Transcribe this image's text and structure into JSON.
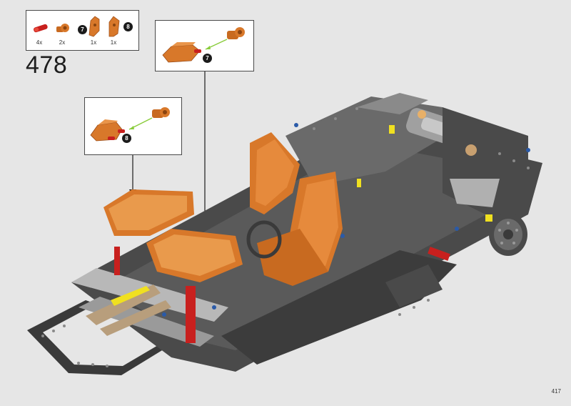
{
  "step": {
    "number": "478"
  },
  "parts_list": [
    {
      "name": "red-axle-pin",
      "qty": "4x"
    },
    {
      "name": "orange-axle-connector",
      "qty": "2x"
    },
    {
      "name": "orange-panel-7",
      "qty": "1x",
      "badge": "7"
    },
    {
      "name": "orange-panel-8",
      "qty": "1x",
      "badge": "8"
    }
  ],
  "callouts": [
    {
      "badge": "7"
    },
    {
      "badge": "8"
    }
  ],
  "page": {
    "number": "417"
  },
  "colors": {
    "background": "#e6e6e6",
    "orange": "#d8782a",
    "dark_gray": "#3c3c3c",
    "light_gray": "#a6a6a6",
    "red": "#c8201e",
    "tan": "#b89e7c",
    "yellow": "#f0e020",
    "blue": "#2a5aa8"
  }
}
